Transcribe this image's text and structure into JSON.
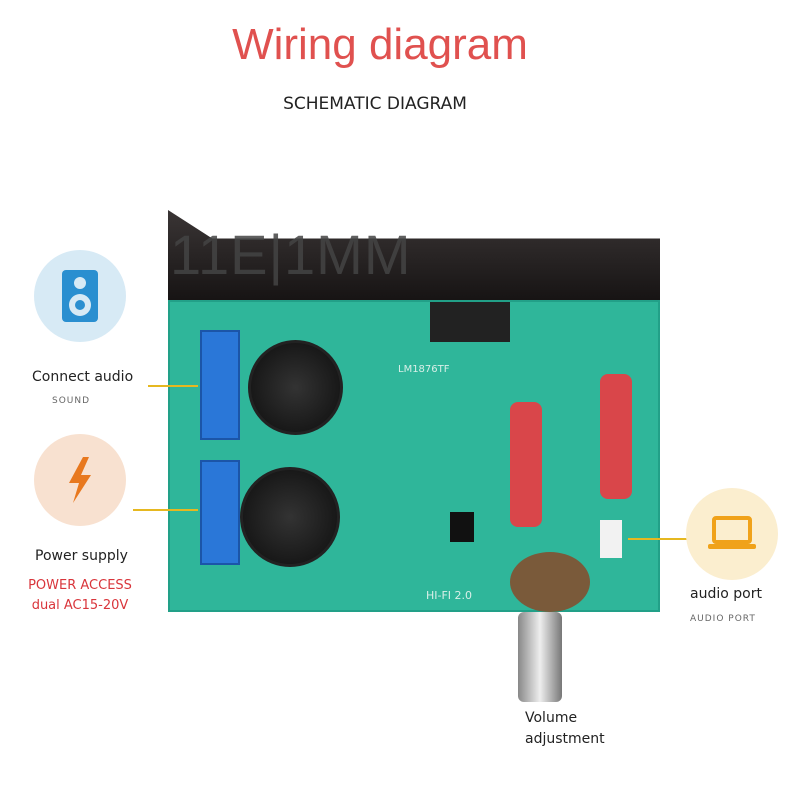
{
  "title": "Wiring diagram",
  "subtitle": "SCHEMATIC DIAGRAM",
  "watermark": "11E|1MM",
  "callouts": {
    "audio": {
      "label": "Connect audio",
      "sub": "SOUND",
      "icon": "speaker-icon"
    },
    "power": {
      "label": "Power supply",
      "note1": "POWER ACCESS",
      "note2": "dual AC15-20V",
      "icon": "lightning-icon"
    },
    "port": {
      "label": "audio port",
      "sub": "AUDIO PORT",
      "icon": "laptop-icon"
    },
    "volume": {
      "line1": "Volume",
      "line2": "adjustment"
    }
  },
  "board": {
    "chip": "LM1876TF",
    "silk": "HI-FI 2.0"
  },
  "colors": {
    "title": "#e0514f",
    "board": "#2fb69a",
    "callout_line": "#e6b820"
  }
}
